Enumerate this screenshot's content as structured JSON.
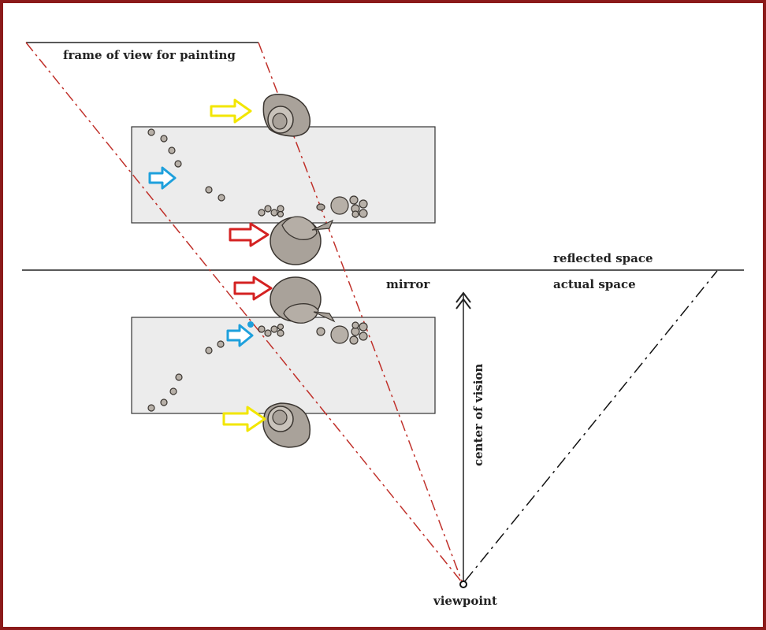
{
  "labels": {
    "frame_of_view": "frame of view for painting",
    "reflected_space": "reflected space",
    "mirror": "mirror",
    "actual_space": "actual space",
    "center_of_vision": "center of vision",
    "viewpoint": "viewpoint"
  },
  "colors": {
    "border": "#8b1a1a",
    "table_fill": "#ececec",
    "figure_fill": "#a9a29a",
    "figure_stroke": "#3a3530",
    "red_dash": "#c0302a",
    "black_dash": "#111111",
    "arrow_yellow": "#f2e600",
    "arrow_blue": "#1ea0dc",
    "arrow_red": "#d42222"
  },
  "arrows": [
    {
      "name": "yellow-arrow-reflected",
      "color": "yellow"
    },
    {
      "name": "blue-arrow-reflected",
      "color": "blue"
    },
    {
      "name": "red-arrow-reflected",
      "color": "red"
    },
    {
      "name": "red-arrow-actual",
      "color": "red"
    },
    {
      "name": "blue-arrow-actual",
      "color": "blue"
    },
    {
      "name": "yellow-arrow-actual",
      "color": "yellow"
    }
  ]
}
